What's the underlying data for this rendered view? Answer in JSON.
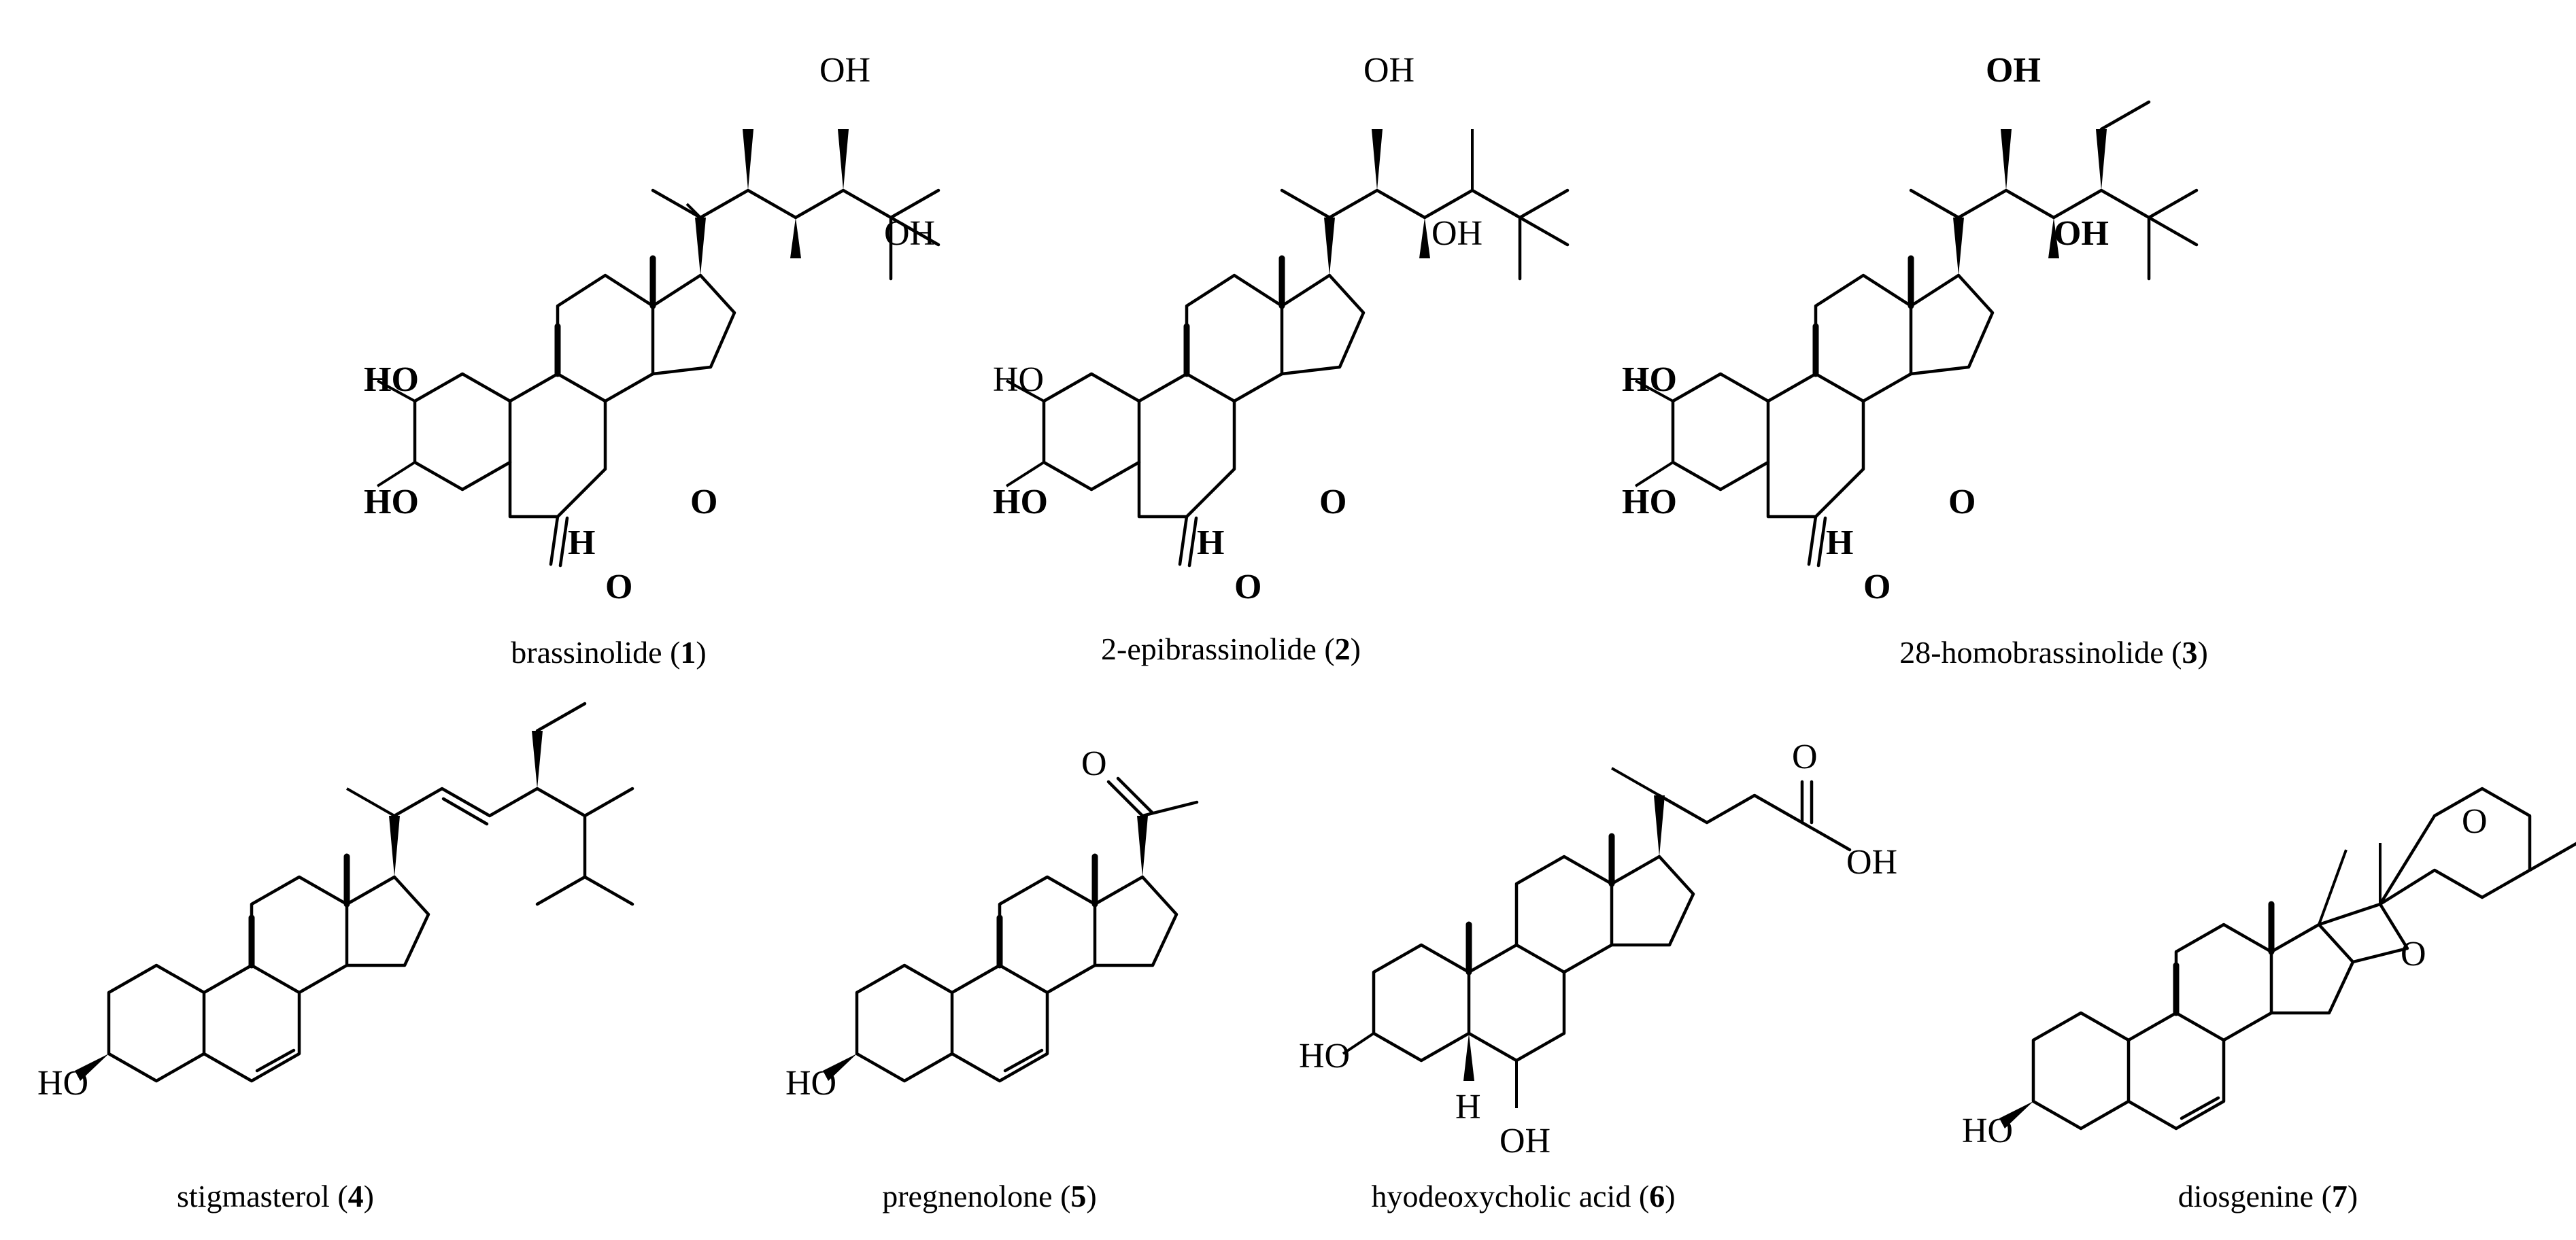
{
  "compounds": [
    {
      "id": "brassinolide",
      "name": "brassinolide",
      "number": "1",
      "atom_labels": {
        "oh_top": "OH",
        "oh_mid": "OH",
        "ho_2": "HO",
        "ho_3": "HO",
        "h": "H",
        "o_ring": "O",
        "o_carbonyl": "O"
      },
      "bold_ring_labels": true
    },
    {
      "id": "epibrassinolide",
      "name": "2-epibrassinolide",
      "number": "2",
      "atom_labels": {
        "oh_top": "OH",
        "oh_mid": "OH",
        "ho_2": "HO",
        "ho_3": "HO",
        "h": "H",
        "o_ring": "O",
        "o_carbonyl": "O"
      },
      "bold_ring_labels": true
    },
    {
      "id": "homobrassinolide",
      "name": "28-homobrassinolide",
      "number": "3",
      "atom_labels": {
        "oh_top": "OH",
        "oh_mid": "OH",
        "ho_2": "HO",
        "ho_3": "HO",
        "h": "H",
        "o_ring": "O",
        "o_carbonyl": "O"
      },
      "bold_ring_labels": true
    },
    {
      "id": "stigmasterol",
      "name": "stigmasterol",
      "number": "4",
      "atom_labels": {
        "ho_3": "HO"
      }
    },
    {
      "id": "pregnenolone",
      "name": "pregnenolone",
      "number": "5",
      "atom_labels": {
        "ho_3": "HO",
        "o_ketone": "O"
      }
    },
    {
      "id": "hyodeoxycholic",
      "name": "hyodeoxycholic acid",
      "number": "6",
      "atom_labels": {
        "ho_3": "HO",
        "h": "H",
        "oh_6": "OH",
        "o_carbonyl": "O",
        "oh_acid": "OH"
      }
    },
    {
      "id": "diosgenine",
      "name": "diosgenine",
      "number": "7",
      "atom_labels": {
        "ho_3": "HO",
        "o_ring1": "O",
        "o_ring2": "O"
      }
    }
  ]
}
